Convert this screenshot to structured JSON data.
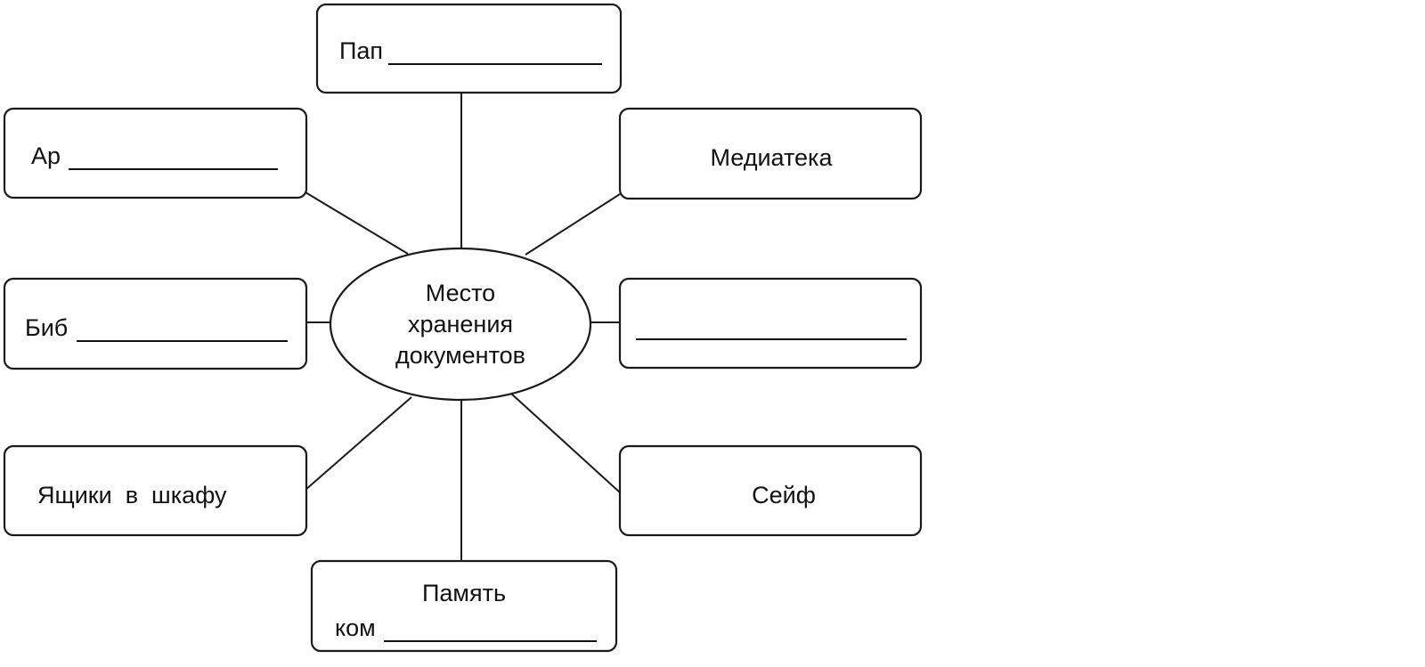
{
  "center": {
    "lines": [
      "Место",
      "хранения",
      "документов"
    ]
  },
  "boxes": {
    "top": {
      "prefix": "Пап"
    },
    "top_left": {
      "prefix": "Ар"
    },
    "top_right": {
      "text": "Медиатека"
    },
    "mid_left": {
      "prefix": "Биб"
    },
    "mid_right": {
      "prefix": ""
    },
    "bottom_left": {
      "text": "Ящики  в  шкафу"
    },
    "bottom_right": {
      "text": "Сейф"
    },
    "bottom": {
      "line1": "Память",
      "prefix": "ком"
    }
  }
}
